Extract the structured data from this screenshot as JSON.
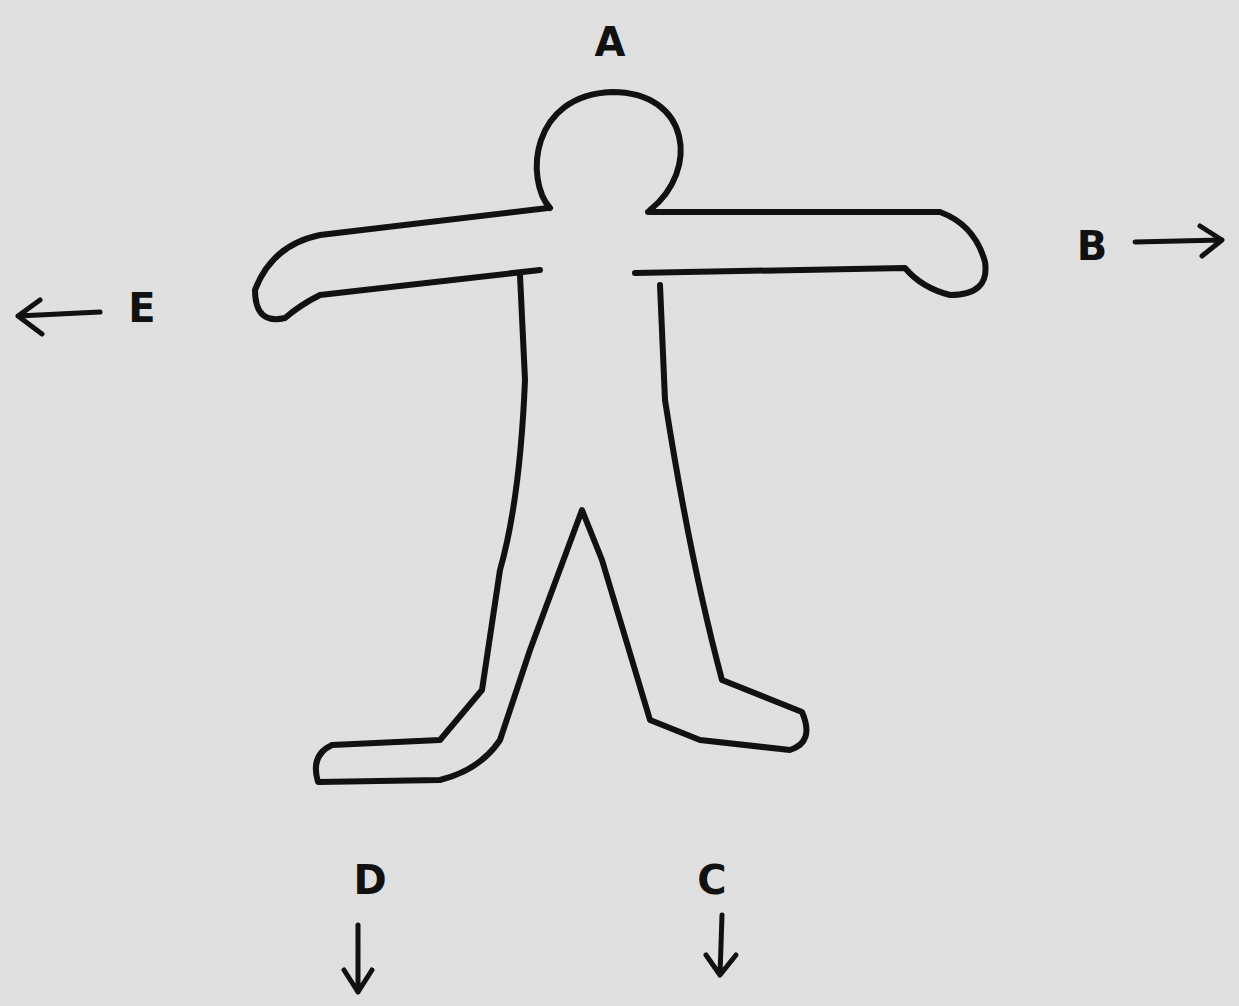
{
  "diagram": {
    "labels": [
      "A",
      "B",
      "E",
      "D",
      "C"
    ]
  }
}
